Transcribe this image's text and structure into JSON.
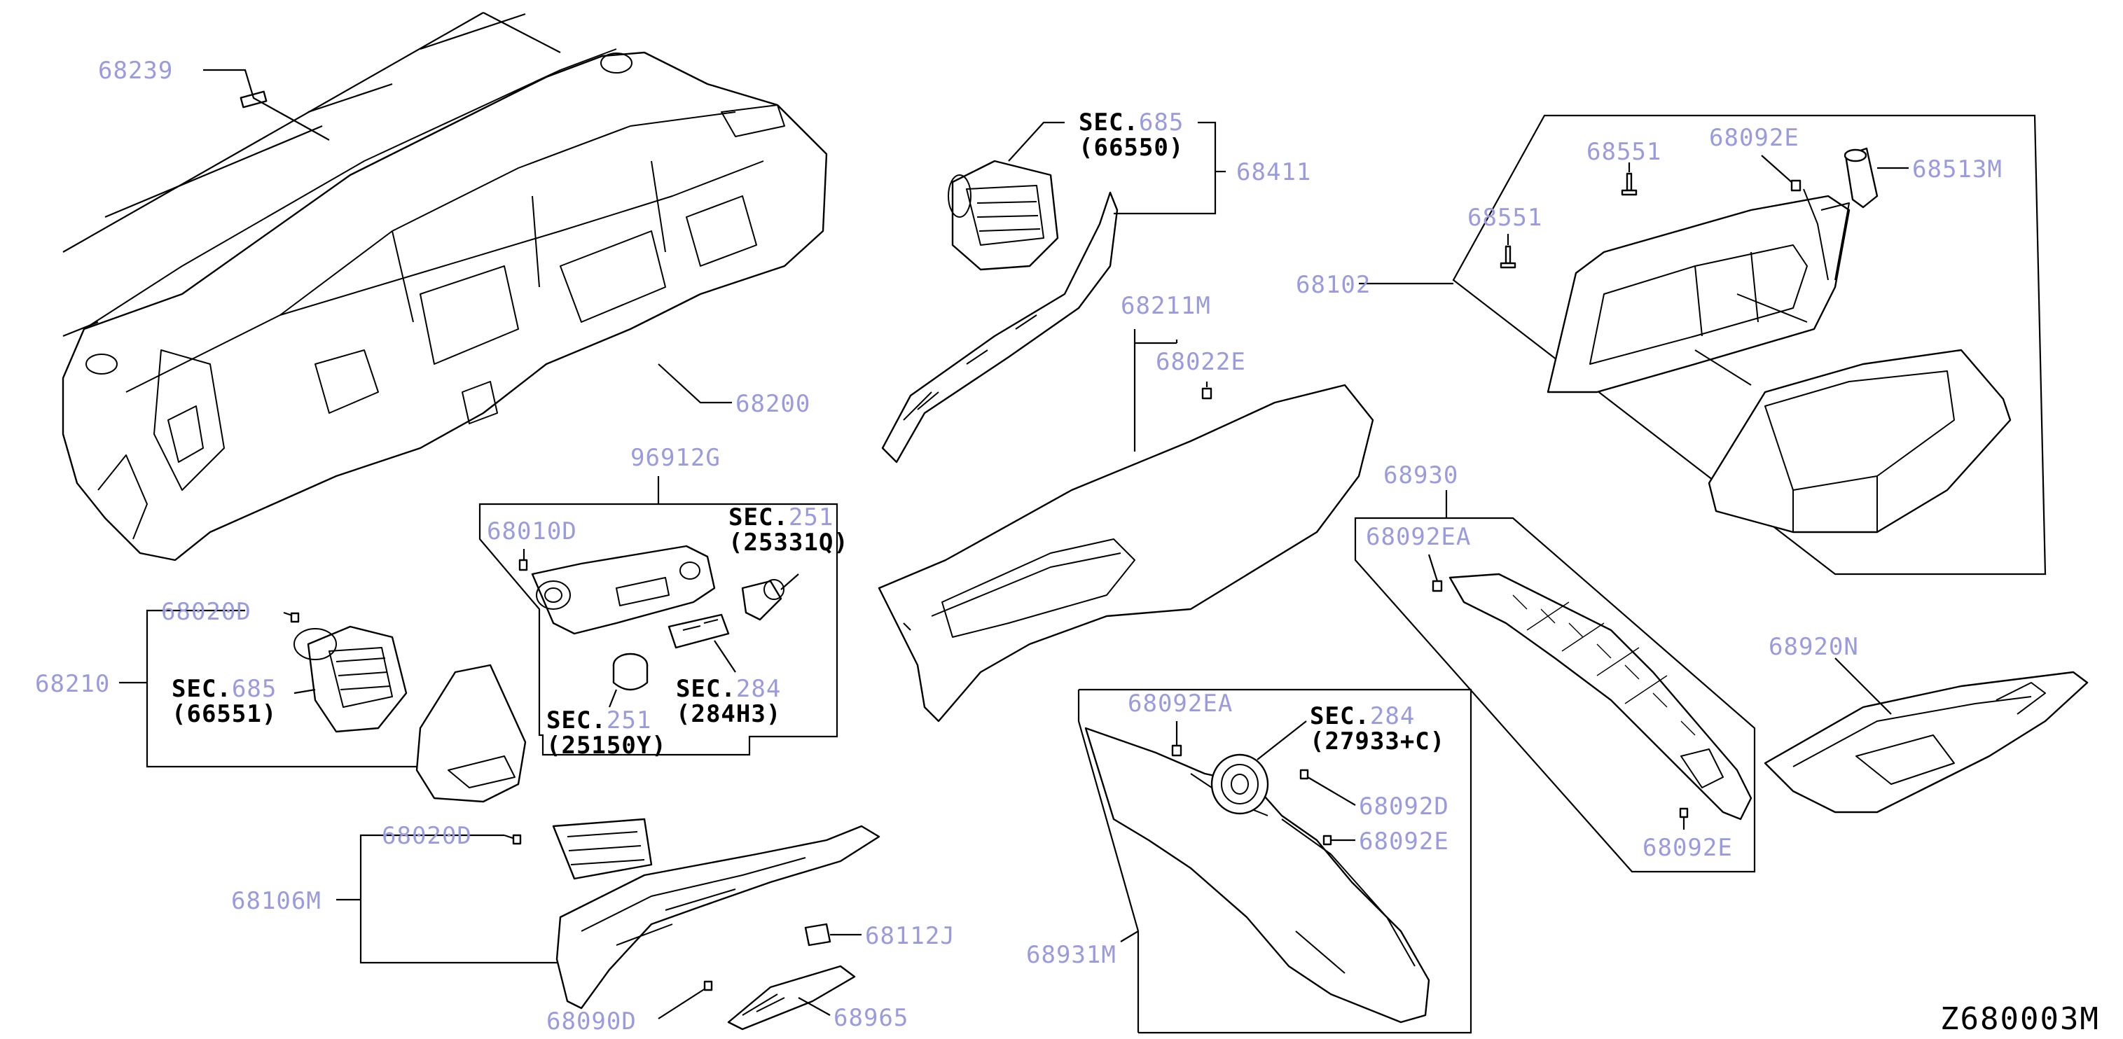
{
  "diagram_code": "Z680003M",
  "parts": {
    "p68239": "68239",
    "p68200": "68200",
    "p68411": "68411",
    "p68211M": "68211M",
    "p68022E": "68022E",
    "p96912G": "96912G",
    "p68010D": "68010D",
    "p68020D_a": "68020D",
    "p68210": "68210",
    "p68020D_b": "68020D",
    "p68106M": "68106M",
    "p68112J": "68112J",
    "p68090D": "68090D",
    "p68965": "68965",
    "p68102": "68102",
    "p68551_a": "68551",
    "p68551_b": "68551",
    "p68092E_a": "68092E",
    "p68513M": "68513M",
    "p68930": "68930",
    "p68092EA_a": "68092EA",
    "p68092E_b": "68092E",
    "p68920N": "68920N",
    "p68092EA_b": "68092EA",
    "p68092D": "68092D",
    "p68092E_c": "68092E",
    "p68931M": "68931M"
  },
  "sections": {
    "s1": {
      "prefix": "SEC.",
      "num": "685",
      "ref": "(66550)"
    },
    "s2": {
      "prefix": "SEC.",
      "num": "251",
      "ref": "(25331Q)"
    },
    "s3": {
      "prefix": "SEC.",
      "num": "284",
      "ref": "(284H3)"
    },
    "s4": {
      "prefix": "SEC.",
      "num": "251",
      "ref": "(25150Y)"
    },
    "s5": {
      "prefix": "SEC.",
      "num": "685",
      "ref": "(66551)"
    },
    "s6": {
      "prefix": "SEC.",
      "num": "284",
      "ref": "(27933+C)"
    }
  }
}
